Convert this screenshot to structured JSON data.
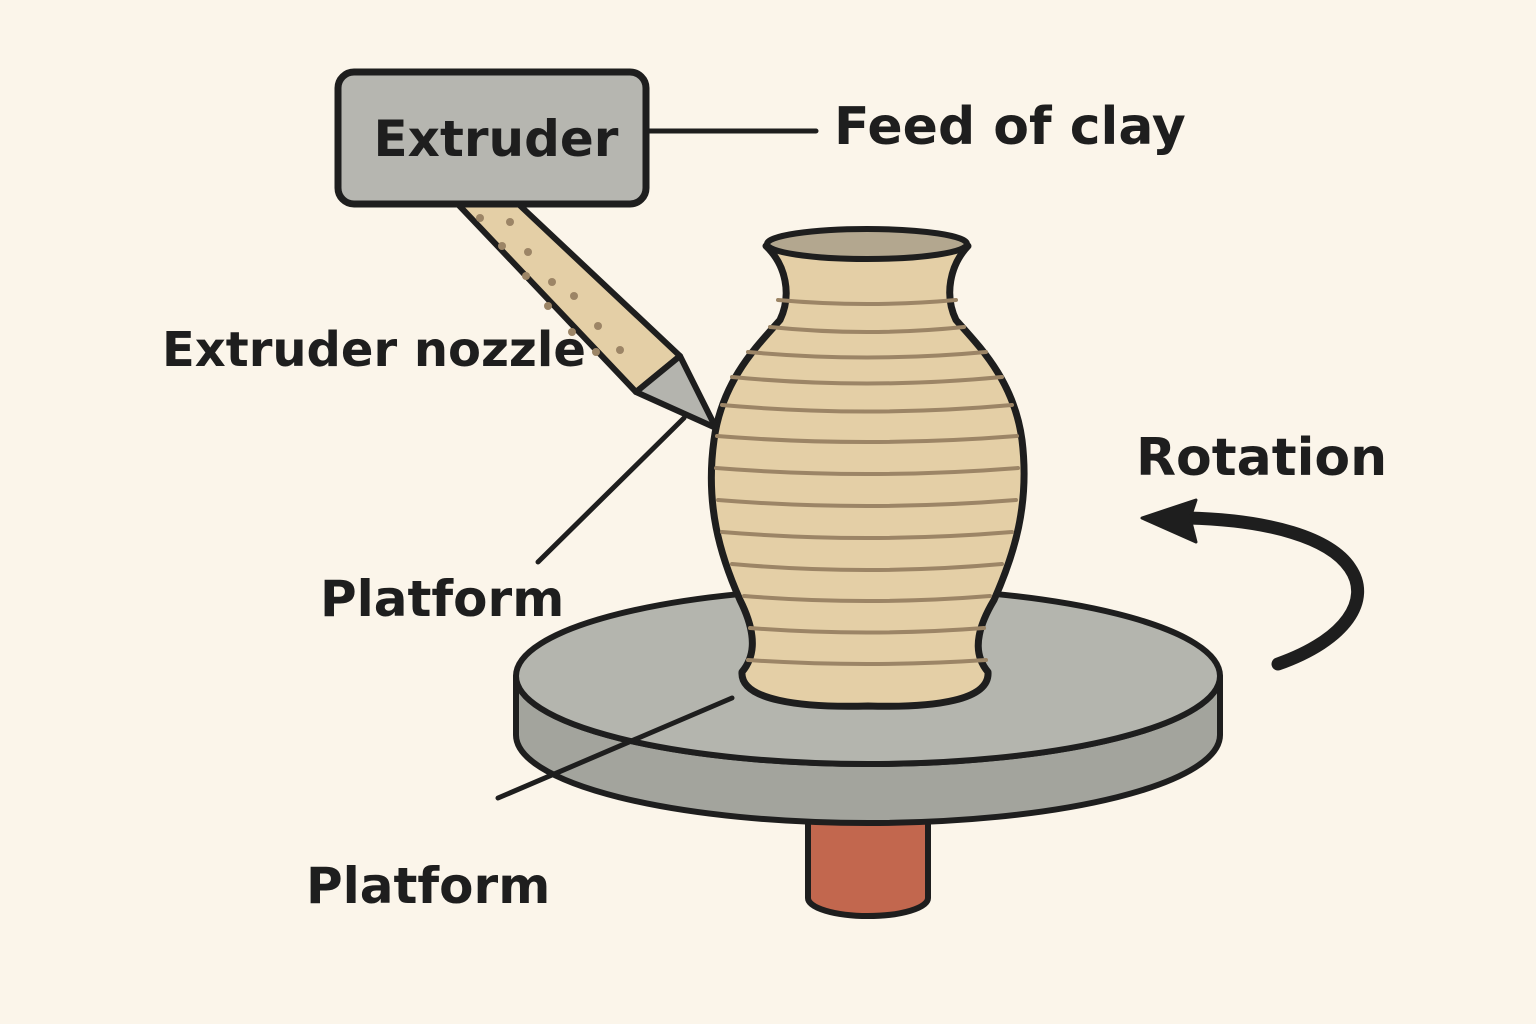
{
  "labels": {
    "extruder": "Extruder",
    "feed": "Feed of clay",
    "nozzle": "Extruder nozzle",
    "rotation": "Rotation",
    "platform_upper": "Platform",
    "platform_lower": "Platform"
  },
  "colors": {
    "background": "#fbf5ea",
    "outline": "#1e1e1e",
    "extruder_box": "#b6b6b0",
    "nozzle_tip": "#b4b4ae",
    "clay": "#e4cfa6",
    "clay_rings": "#9c8566",
    "vase_rim_inner": "#b3a78f",
    "platform_top": "#b4b5ae",
    "platform_side": "#a3a49d",
    "shaft": "#c2674e",
    "arrow": "#1e1e1e"
  }
}
